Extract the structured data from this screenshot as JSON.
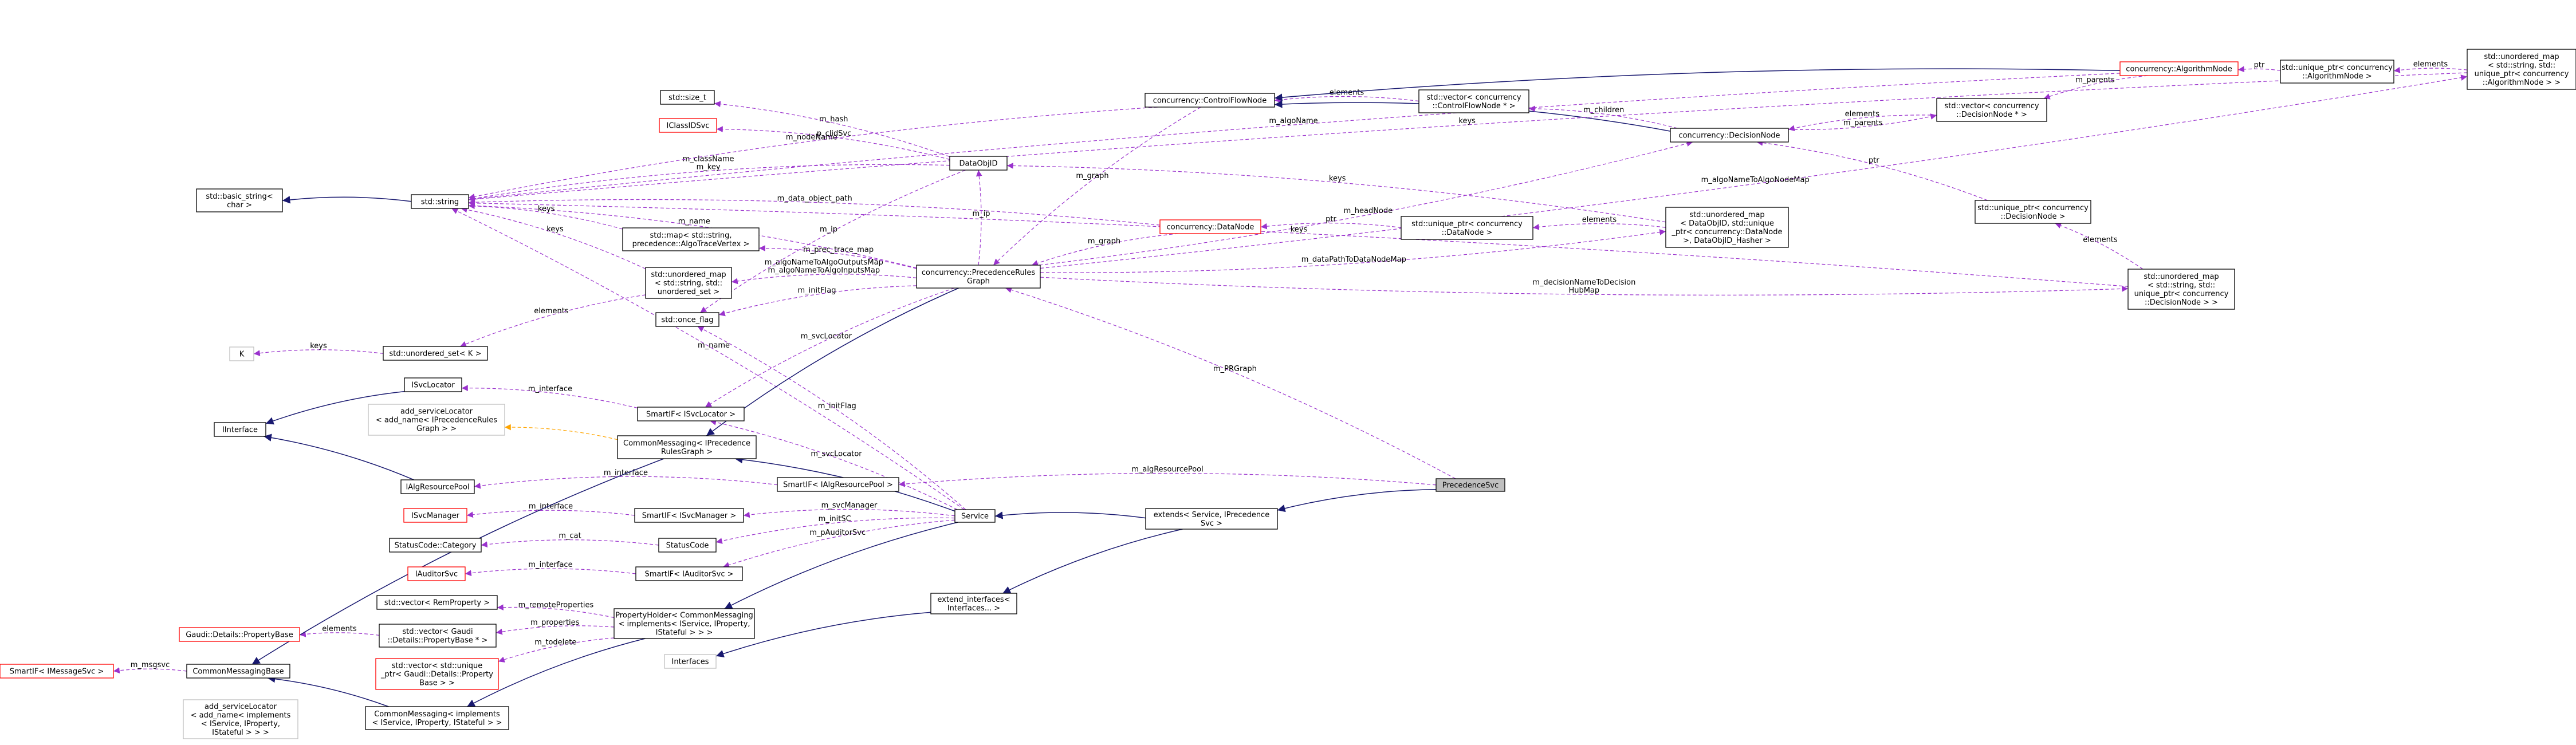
{
  "nodes": [
    {
      "id": "PrecedenceSvc",
      "lines": [
        "PrecedenceSvc"
      ],
      "style": "focus"
    },
    {
      "id": "extends",
      "lines": [
        "extends< Service, IPrecedence",
        "Svc >"
      ]
    },
    {
      "id": "extend_interfaces",
      "lines": [
        "extend_interfaces<",
        "Interfaces... >"
      ]
    },
    {
      "id": "Interfaces",
      "lines": [
        "Interfaces"
      ],
      "style": "grey"
    },
    {
      "id": "Service",
      "lines": [
        "Service"
      ]
    },
    {
      "id": "PropertyHolder",
      "lines": [
        "PropertyHolder< CommonMessaging",
        "< implements< IService, IProperty,",
        "IStateful > > >"
      ]
    },
    {
      "id": "CM_implements",
      "lines": [
        "CommonMessaging< implements",
        "< IService, IProperty, IStateful > >"
      ]
    },
    {
      "id": "add_serviceLocator_impl",
      "lines": [
        "add_serviceLocator",
        "< add_name< implements",
        "< IService, IProperty,",
        "IStateful > > >"
      ],
      "style": "grey"
    },
    {
      "id": "CommonMessagingBase",
      "lines": [
        "CommonMessagingBase"
      ]
    },
    {
      "id": "SmartIF_IMessageSvc",
      "lines": [
        "SmartIF< IMessageSvc >"
      ],
      "style": "red"
    },
    {
      "id": "vector_RemProperty",
      "lines": [
        "std::vector< RemProperty >"
      ]
    },
    {
      "id": "vector_PropertyBase",
      "lines": [
        "std::vector< Gaudi",
        "::Details::PropertyBase * >"
      ]
    },
    {
      "id": "Gaudi_PropertyBase",
      "lines": [
        "Gaudi::Details::PropertyBase"
      ],
      "style": "red"
    },
    {
      "id": "vector_unique_PropertyBase",
      "lines": [
        "std::vector< std::unique",
        "_ptr< Gaudi::Details::Property",
        "Base > >"
      ],
      "style": "red"
    },
    {
      "id": "SmartIF_IAuditorSvc",
      "lines": [
        "SmartIF< IAuditorSvc >"
      ]
    },
    {
      "id": "IAuditorSvc",
      "lines": [
        "IAuditorSvc"
      ],
      "style": "red"
    },
    {
      "id": "StatusCode",
      "lines": [
        "StatusCode"
      ]
    },
    {
      "id": "StatusCode_Category",
      "lines": [
        "StatusCode::Category"
      ]
    },
    {
      "id": "SmartIF_ISvcManager",
      "lines": [
        "SmartIF< ISvcManager >"
      ]
    },
    {
      "id": "ISvcManager",
      "lines": [
        "ISvcManager"
      ],
      "style": "red"
    },
    {
      "id": "SmartIF_IAlgResourcePool",
      "lines": [
        "SmartIF< IAlgResourcePool >"
      ]
    },
    {
      "id": "IAlgResourcePool",
      "lines": [
        "IAlgResourcePool"
      ]
    },
    {
      "id": "IInterface",
      "lines": [
        "IInterface"
      ]
    },
    {
      "id": "CM_IPrecedenceRulesGraph",
      "lines": [
        "CommonMessaging< IPrecedence",
        "RulesGraph >"
      ]
    },
    {
      "id": "add_serviceLocator_prec",
      "lines": [
        "add_serviceLocator",
        "< add_name< IPrecedenceRules",
        "Graph > >"
      ],
      "style": "grey"
    },
    {
      "id": "SmartIF_ISvcLocator",
      "lines": [
        "SmartIF< ISvcLocator >"
      ]
    },
    {
      "id": "ISvcLocator",
      "lines": [
        "ISvcLocator"
      ]
    },
    {
      "id": "unordered_set_K",
      "lines": [
        "std::unordered_set< K >"
      ]
    },
    {
      "id": "K",
      "lines": [
        "K"
      ],
      "style": "grey"
    },
    {
      "id": "once_flag",
      "lines": [
        "std::once_flag"
      ]
    },
    {
      "id": "unordered_map_string_set",
      "lines": [
        "std::unordered_map",
        "< std::string, std::",
        "unordered_set >"
      ]
    },
    {
      "id": "map_string_trace",
      "lines": [
        "std::map< std::string,",
        "precedence::AlgoTraceVertex >"
      ]
    },
    {
      "id": "std_string",
      "lines": [
        "std::string"
      ]
    },
    {
      "id": "basic_string",
      "lines": [
        "std::basic_string<",
        "char >"
      ]
    },
    {
      "id": "size_t",
      "lines": [
        "std::size_t"
      ]
    },
    {
      "id": "IClassIDSvc",
      "lines": [
        "IClassIDSvc"
      ],
      "style": "red"
    },
    {
      "id": "DataObjID",
      "lines": [
        "DataObjID"
      ]
    },
    {
      "id": "PrecedenceRulesGraph",
      "lines": [
        "concurrency::PrecedenceRules",
        "Graph"
      ]
    },
    {
      "id": "DataNode",
      "lines": [
        "concurrency::DataNode"
      ],
      "style": "red"
    },
    {
      "id": "unique_DataNode",
      "lines": [
        "std::unique_ptr< concurrency",
        "::DataNode >"
      ]
    },
    {
      "id": "umap_DataObjID",
      "lines": [
        "std::unordered_map",
        "< DataObjID, std::unique",
        "_ptr< concurrency::DataNode",
        ">, DataObjID_Hasher >"
      ]
    },
    {
      "id": "ControlFlowNode",
      "lines": [
        "concurrency::ControlFlowNode"
      ]
    },
    {
      "id": "vector_ControlFlowNode",
      "lines": [
        "std::vector< concurrency",
        "::ControlFlowNode * >"
      ]
    },
    {
      "id": "DecisionNode",
      "lines": [
        "concurrency::DecisionNode"
      ]
    },
    {
      "id": "vector_DecisionNode",
      "lines": [
        "std::vector< concurrency",
        "::DecisionNode * >"
      ]
    },
    {
      "id": "unique_DecisionNode",
      "lines": [
        "std::unique_ptr< concurrency",
        "::DecisionNode >"
      ]
    },
    {
      "id": "umap_DecisionNode",
      "lines": [
        "std::unordered_map",
        "< std::string, std::",
        "unique_ptr< concurrency",
        "::DecisionNode > >"
      ]
    },
    {
      "id": "AlgorithmNode",
      "lines": [
        "concurrency::AlgorithmNode"
      ],
      "style": "red"
    },
    {
      "id": "unique_AlgorithmNode",
      "lines": [
        "std::unique_ptr< concurrency",
        "::AlgorithmNode >"
      ]
    },
    {
      "id": "umap_AlgorithmNode",
      "lines": [
        "std::unordered_map",
        "< std::string, std::",
        "unique_ptr< concurrency",
        "::AlgorithmNode > >"
      ]
    }
  ],
  "edges": [
    {
      "kind": "inh",
      "from": "PrecedenceSvc",
      "to": "extends"
    },
    {
      "kind": "use",
      "from": "PrecedenceSvc",
      "to": "PrecedenceRulesGraph",
      "label": "m_PRGraph"
    },
    {
      "kind": "use",
      "from": "PrecedenceSvc",
      "to": "SmartIF_IAlgResourcePool",
      "label": "m_algResourcePool"
    },
    {
      "kind": "inh",
      "from": "extends",
      "to": "Service"
    },
    {
      "kind": "inh",
      "from": "extends",
      "to": "extend_interfaces"
    },
    {
      "kind": "inh",
      "from": "extend_interfaces",
      "to": "Interfaces"
    },
    {
      "kind": "inh",
      "from": "Service",
      "to": "PropertyHolder"
    },
    {
      "kind": "inh",
      "from": "Service",
      "to": "CM_IPrecedenceRulesGraph"
    },
    {
      "kind": "use",
      "from": "Service",
      "to": "SmartIF_ISvcLocator",
      "label": "m_svcLocator"
    },
    {
      "kind": "use",
      "from": "Service",
      "to": "SmartIF_ISvcManager",
      "label": "m_svcManager"
    },
    {
      "kind": "use",
      "from": "Service",
      "to": "StatusCode",
      "label": "m_initSC"
    },
    {
      "kind": "use",
      "from": "Service",
      "to": "SmartIF_IAuditorSvc",
      "label": "m_pAuditorSvc"
    },
    {
      "kind": "use",
      "from": "Service",
      "to": "once_flag",
      "label": "m_initFlag"
    },
    {
      "kind": "use",
      "from": "Service",
      "to": "std_string",
      "label": "m_name"
    },
    {
      "kind": "inh",
      "from": "PropertyHolder",
      "to": "CM_implements"
    },
    {
      "kind": "use",
      "from": "PropertyHolder",
      "to": "vector_RemProperty",
      "label": "m_remoteProperties"
    },
    {
      "kind": "use",
      "from": "PropertyHolder",
      "to": "vector_PropertyBase",
      "label": "m_properties"
    },
    {
      "kind": "use",
      "from": "PropertyHolder",
      "to": "vector_unique_PropertyBase",
      "label": "m_todelete"
    },
    {
      "kind": "inh",
      "from": "CM_implements",
      "to": "CommonMessagingBase"
    },
    {
      "kind": "use",
      "from": "CommonMessagingBase",
      "to": "SmartIF_IMessageSvc",
      "label": "m_msgsvc"
    },
    {
      "kind": "use",
      "from": "vector_PropertyBase",
      "to": "Gaudi_PropertyBase",
      "label": "elements"
    },
    {
      "kind": "use",
      "from": "SmartIF_IAuditorSvc",
      "to": "IAuditorSvc",
      "label": "m_interface"
    },
    {
      "kind": "use",
      "from": "StatusCode",
      "to": "StatusCode_Category",
      "label": "m_cat"
    },
    {
      "kind": "use",
      "from": "SmartIF_ISvcManager",
      "to": "ISvcManager",
      "label": "m_interface"
    },
    {
      "kind": "use",
      "from": "SmartIF_IAlgResourcePool",
      "to": "IAlgResourcePool",
      "label": "m_interface"
    },
    {
      "kind": "inh",
      "from": "IAlgResourcePool",
      "to": "IInterface"
    },
    {
      "kind": "inh",
      "from": "ISvcLocator",
      "to": "IInterface"
    },
    {
      "kind": "use",
      "from": "SmartIF_ISvcLocator",
      "to": "ISvcLocator",
      "label": "m_interface"
    },
    {
      "kind": "inh",
      "from": "CM_IPrecedenceRulesGraph",
      "to": "CommonMessagingBase"
    },
    {
      "kind": "tpl",
      "from": "CM_IPrecedenceRulesGraph",
      "to": "add_serviceLocator_prec"
    },
    {
      "kind": "inh",
      "from": "PrecedenceRulesGraph",
      "to": "CM_IPrecedenceRulesGraph"
    },
    {
      "kind": "use",
      "from": "PrecedenceRulesGraph",
      "to": "SmartIF_ISvcLocator",
      "label": "m_svcLocator"
    },
    {
      "kind": "use",
      "from": "PrecedenceRulesGraph",
      "to": "once_flag",
      "label": "m_initFlag"
    },
    {
      "kind": "use",
      "from": "PrecedenceRulesGraph",
      "to": "unordered_map_string_set",
      "label": "m_algoNameToAlgoOutputsMap\nm_algoNameToAlgoInputsMap"
    },
    {
      "kind": "use",
      "from": "PrecedenceRulesGraph",
      "to": "map_string_trace",
      "label": "m_prec_trace_map"
    },
    {
      "kind": "use",
      "from": "PrecedenceRulesGraph",
      "to": "std_string",
      "label": "m_name"
    },
    {
      "kind": "use",
      "from": "PrecedenceRulesGraph",
      "to": "DataObjID",
      "label": "m_ip"
    },
    {
      "kind": "use",
      "from": "PrecedenceRulesGraph",
      "to": "umap_DataObjID",
      "label": "m_dataPathToDataNodeMap"
    },
    {
      "kind": "use",
      "from": "PrecedenceRulesGraph",
      "to": "DecisionNode",
      "label": "m_headNode"
    },
    {
      "kind": "use",
      "from": "PrecedenceRulesGraph",
      "to": "umap_DecisionNode",
      "label": "m_decisionNameToDecision\nHubMap"
    },
    {
      "kind": "use",
      "from": "PrecedenceRulesGraph",
      "to": "umap_AlgorithmNode",
      "label": "m_algoNameToAlgoNodeMap"
    },
    {
      "kind": "use",
      "from": "DataNode",
      "to": "PrecedenceRulesGraph",
      "label": "m_graph"
    },
    {
      "kind": "use",
      "from": "ControlFlowNode",
      "to": "PrecedenceRulesGraph",
      "label": "m_graph"
    },
    {
      "kind": "use",
      "from": "unique_DataNode",
      "to": "DataNode",
      "label": "ptr"
    },
    {
      "kind": "use",
      "from": "umap_DataObjID",
      "to": "unique_DataNode",
      "label": "elements"
    },
    {
      "kind": "use",
      "from": "umap_DataObjID",
      "to": "DataObjID",
      "label": "keys"
    },
    {
      "kind": "use",
      "from": "DataNode",
      "to": "std_string",
      "label": "m_data_object_path"
    },
    {
      "kind": "use",
      "from": "DataObjID",
      "to": "size_t",
      "label": "m_hash"
    },
    {
      "kind": "use",
      "from": "DataObjID",
      "to": "IClassIDSvc",
      "label": "p_clidSvc"
    },
    {
      "kind": "use",
      "from": "DataObjID",
      "to": "std_string",
      "label": "m_className\nm_key"
    },
    {
      "kind": "use",
      "from": "DataObjID",
      "to": "once_flag",
      "label": "m_ip"
    },
    {
      "kind": "inh",
      "from": "std_string",
      "to": "basic_string"
    },
    {
      "kind": "use",
      "from": "map_string_trace",
      "to": "std_string",
      "label": "keys"
    },
    {
      "kind": "use",
      "from": "unordered_map_string_set",
      "to": "std_string",
      "label": "keys"
    },
    {
      "kind": "use",
      "from": "unordered_map_string_set",
      "to": "unordered_set_K",
      "label": "elements"
    },
    {
      "kind": "use",
      "from": "unordered_set_K",
      "to": "K",
      "label": "keys"
    },
    {
      "kind": "use",
      "from": "ControlFlowNode",
      "to": "std_string",
      "label": "m_nodeName"
    },
    {
      "kind": "use",
      "from": "vector_ControlFlowNode",
      "to": "ControlFlowNode",
      "label": "elements"
    },
    {
      "kind": "inh",
      "from": "DecisionNode",
      "to": "ControlFlowNode"
    },
    {
      "kind": "use",
      "from": "DecisionNode",
      "to": "vector_ControlFlowNode",
      "label": "m_children"
    },
    {
      "kind": "use",
      "from": "DecisionNode",
      "to": "vector_DecisionNode",
      "label": "m_parents"
    },
    {
      "kind": "use",
      "from": "vector_DecisionNode",
      "to": "DecisionNode",
      "label": "elements"
    },
    {
      "kind": "use",
      "from": "unique_DecisionNode",
      "to": "DecisionNode",
      "label": "ptr"
    },
    {
      "kind": "use",
      "from": "umap_DecisionNode",
      "to": "unique_DecisionNode",
      "label": "elements"
    },
    {
      "kind": "use",
      "from": "umap_DecisionNode",
      "to": "std_string",
      "label": "keys"
    },
    {
      "kind": "inh",
      "from": "AlgorithmNode",
      "to": "ControlFlowNode"
    },
    {
      "kind": "use",
      "from": "AlgorithmNode",
      "to": "vector_DecisionNode",
      "label": "m_parents"
    },
    {
      "kind": "use",
      "from": "AlgorithmNode",
      "to": "std_string",
      "label": "m_algoName"
    },
    {
      "kind": "use",
      "from": "unique_AlgorithmNode",
      "to": "AlgorithmNode",
      "label": "ptr"
    },
    {
      "kind": "use",
      "from": "umap_AlgorithmNode",
      "to": "unique_AlgorithmNode",
      "label": "elements"
    },
    {
      "kind": "use",
      "from": "umap_AlgorithmNode",
      "to": "std_string",
      "label": "keys"
    }
  ]
}
